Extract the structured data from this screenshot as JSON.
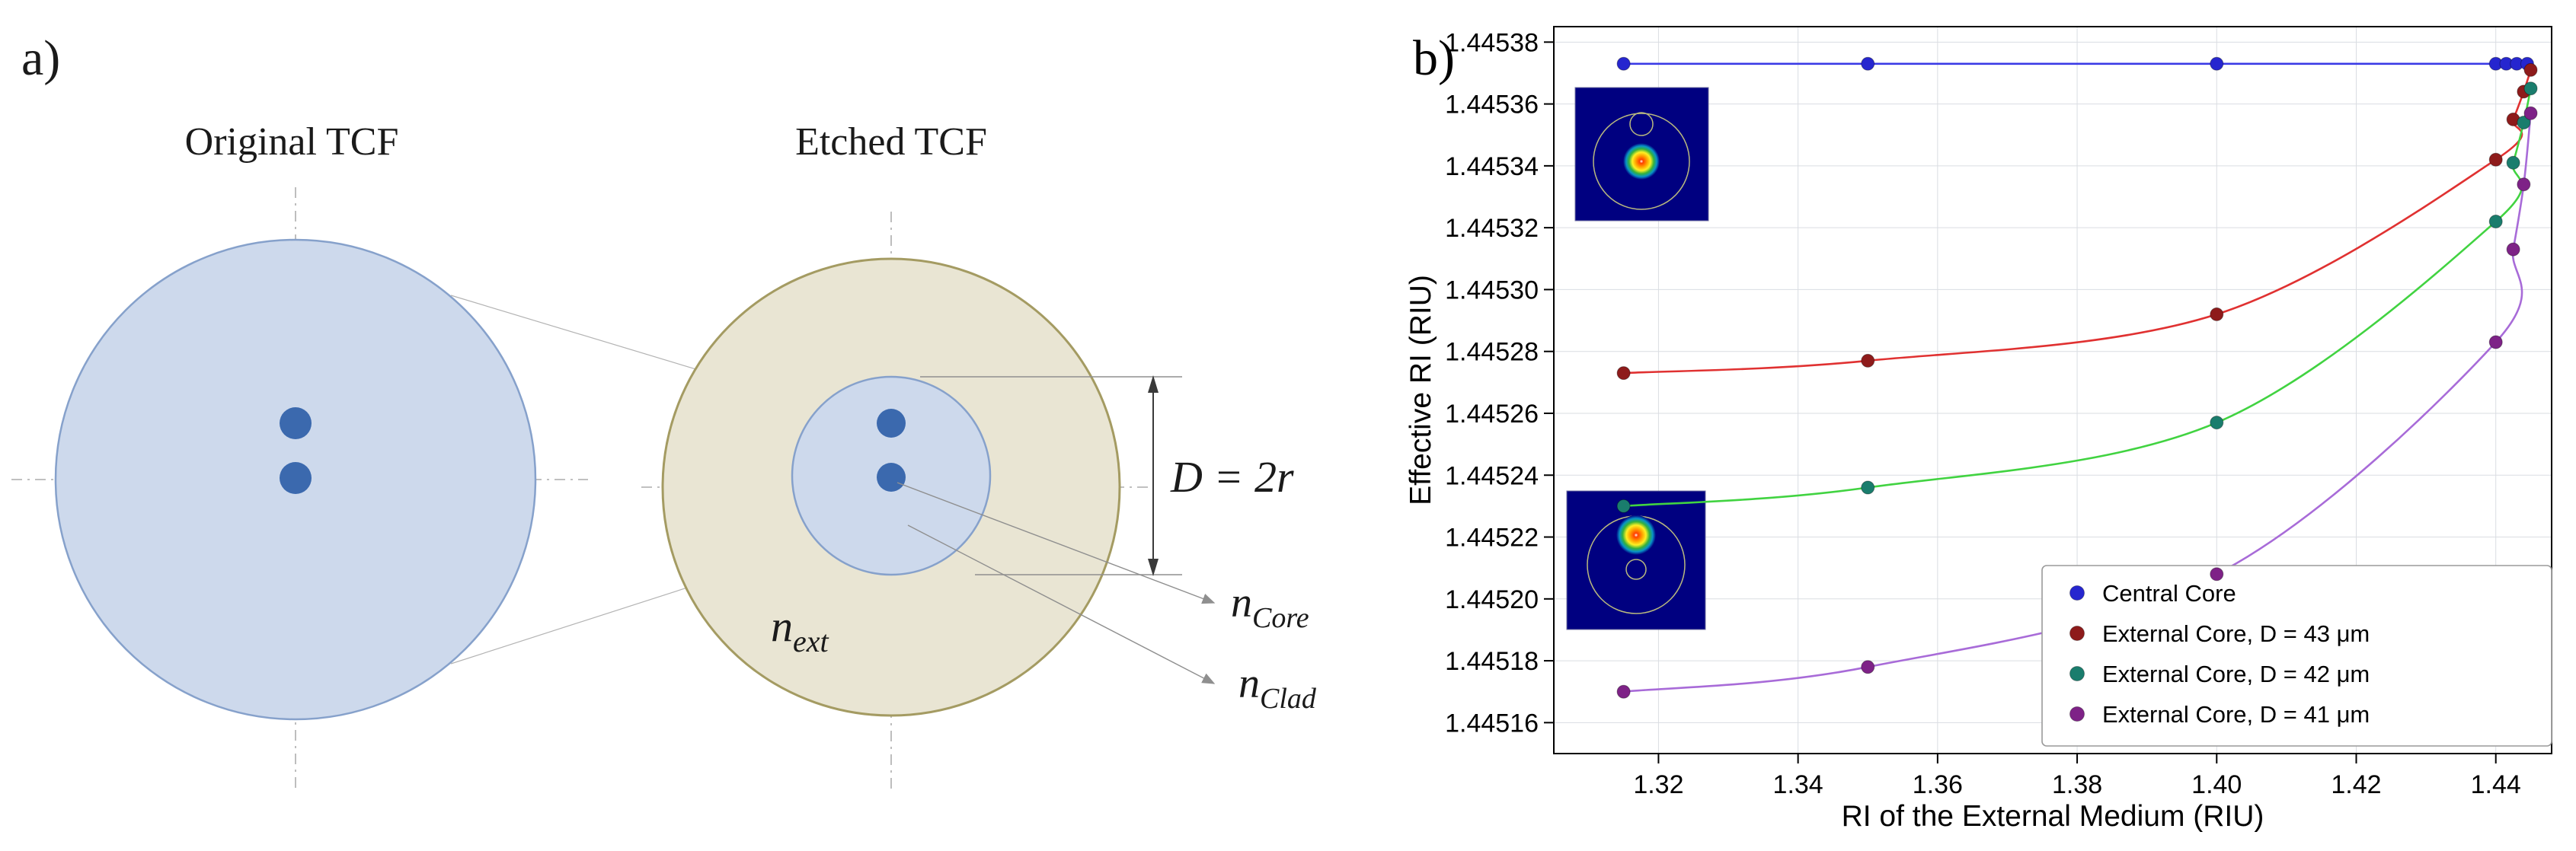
{
  "figure": {
    "panel_a_label": "a)",
    "panel_b_label": "b)"
  },
  "panel_a": {
    "original_title": "Original  TCF",
    "etched_title": "Etched  TCF",
    "diameter_label": "D = 2r",
    "n_ext_main": "n",
    "n_ext_sub": "ext",
    "n_core_main": "n",
    "n_core_sub": "Core",
    "n_clad_main": "n",
    "n_clad_sub": "Clad",
    "colors": {
      "cladding_fill": "#cdd9ec",
      "cladding_stroke": "#86a1cb",
      "core_dot": "#3b69ae",
      "etched_outer_fill": "#e9e5d3",
      "etched_outer_stroke": "#a49b62",
      "n_ext_color": "#a85a1e",
      "n_core_color": "#1f4e9e",
      "n_clad_color": "#2e9ad6"
    }
  },
  "chart_data": {
    "type": "scatter",
    "title": "",
    "xlabel": "RI of the External Medium (RIU)",
    "ylabel": "Effective RI (RIU)",
    "xlim": [
      1.305,
      1.448
    ],
    "ylim": [
      1.44515,
      1.445385
    ],
    "xticks": [
      1.32,
      1.34,
      1.36,
      1.38,
      1.4,
      1.42,
      1.44
    ],
    "yticks": [
      1.44516,
      1.44518,
      1.4452,
      1.44522,
      1.44524,
      1.44526,
      1.44528,
      1.4453,
      1.44532,
      1.44534,
      1.44536,
      1.44538
    ],
    "grid": true,
    "legend_position": "bottom-right",
    "series": [
      {
        "name": "Central Core",
        "marker_color": "#2626cf",
        "line_color": "#3a3ae6",
        "x": [
          1.315,
          1.35,
          1.4,
          1.44,
          1.4415,
          1.443,
          1.4445
        ],
        "y": [
          1.445373,
          1.445373,
          1.445373,
          1.445373,
          1.445373,
          1.445373,
          1.445373
        ]
      },
      {
        "name": "External Core,  D = 43 μm",
        "marker_color": "#8e1b1b",
        "line_color": "#e03131",
        "x": [
          1.315,
          1.35,
          1.4,
          1.44,
          1.4425,
          1.444,
          1.445
        ],
        "y": [
          1.445273,
          1.445277,
          1.445292,
          1.445342,
          1.445355,
          1.445364,
          1.445371
        ]
      },
      {
        "name": "External Core,  D = 42 μm",
        "marker_color": "#1a7d6d",
        "line_color": "#41d341",
        "x": [
          1.315,
          1.35,
          1.4,
          1.44,
          1.4425,
          1.444,
          1.445
        ],
        "y": [
          1.44523,
          1.445236,
          1.445257,
          1.445322,
          1.445341,
          1.445354,
          1.445365
        ]
      },
      {
        "name": "External Core,  D = 41 μm",
        "marker_color": "#7e2287",
        "line_color": "#a86bd8",
        "x": [
          1.315,
          1.35,
          1.4,
          1.44,
          1.4425,
          1.444,
          1.445
        ],
        "y": [
          1.44517,
          1.445178,
          1.445208,
          1.445283,
          1.445313,
          1.445334,
          1.445357
        ]
      }
    ],
    "insets": [
      {
        "name": "central-core-mode-profile",
        "position": "upper-left"
      },
      {
        "name": "external-core-mode-profile",
        "position": "lower-left"
      }
    ]
  }
}
